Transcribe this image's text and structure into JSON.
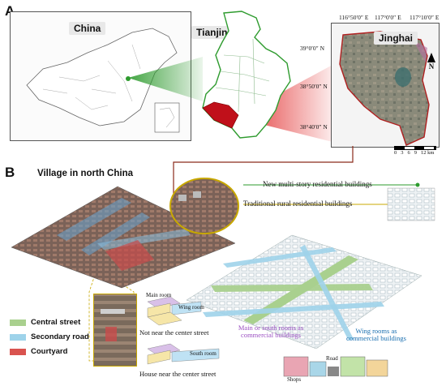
{
  "panels": {
    "a_label": "A",
    "b_label": "B"
  },
  "panel_a": {
    "china_title": "China",
    "tianjin_title": "Tianjin",
    "jinghai_title": "Jinghai",
    "lon_labels": [
      "116°50′0″ E",
      "117°0′0″ E",
      "117°10′0″ E"
    ],
    "lat_labels": [
      "39°0′0″ N",
      "38°50′0″ N",
      "38°40′0″ N"
    ],
    "scale_ticks": [
      "0",
      "3",
      "6",
      "9",
      "12 km"
    ],
    "north_label": "N"
  },
  "panel_b": {
    "title": "Village in north China",
    "new_buildings": "New multi-story residential buildings",
    "traditional_buildings": "Traditional rural residential buildings",
    "legend": [
      {
        "label": "Central street",
        "color": "#a9d08e"
      },
      {
        "label": "Secondary road",
        "color": "#9ed3ea"
      },
      {
        "label": "Courtyard",
        "color": "#d9534f"
      }
    ],
    "main_room": "Main room",
    "wing_room": "Wing room",
    "south_room": "South room",
    "not_near": "Not near the center street",
    "near": "House near the center street",
    "main_south_commercial": "Main or south rooms as commercial buildings",
    "wing_commercial": "Wing rooms as commercial buildings",
    "shops": "Shops",
    "road": "Road"
  }
}
